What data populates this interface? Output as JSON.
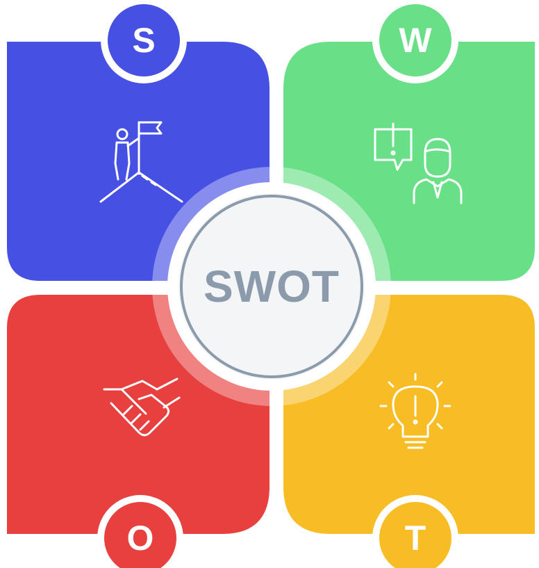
{
  "center": {
    "label": "SWOT"
  },
  "quadrants": [
    {
      "key": "strengths",
      "letter": "S",
      "icon": "person-with-flag-on-summit-icon",
      "color": "#4650e3"
    },
    {
      "key": "weaknesses",
      "letter": "W",
      "icon": "person-with-alert-speech-bubble-icon",
      "color": "#69e087"
    },
    {
      "key": "opportunities",
      "letter": "O",
      "icon": "handshake-icon",
      "color": "#e83f3f"
    },
    {
      "key": "threats",
      "letter": "T",
      "icon": "lightbulb-with-exclamation-icon",
      "color": "#f8bd25"
    }
  ],
  "colors": {
    "center_fill": "#f4f5f6",
    "center_ring": "#8b9bab",
    "background": "#ffffff"
  }
}
